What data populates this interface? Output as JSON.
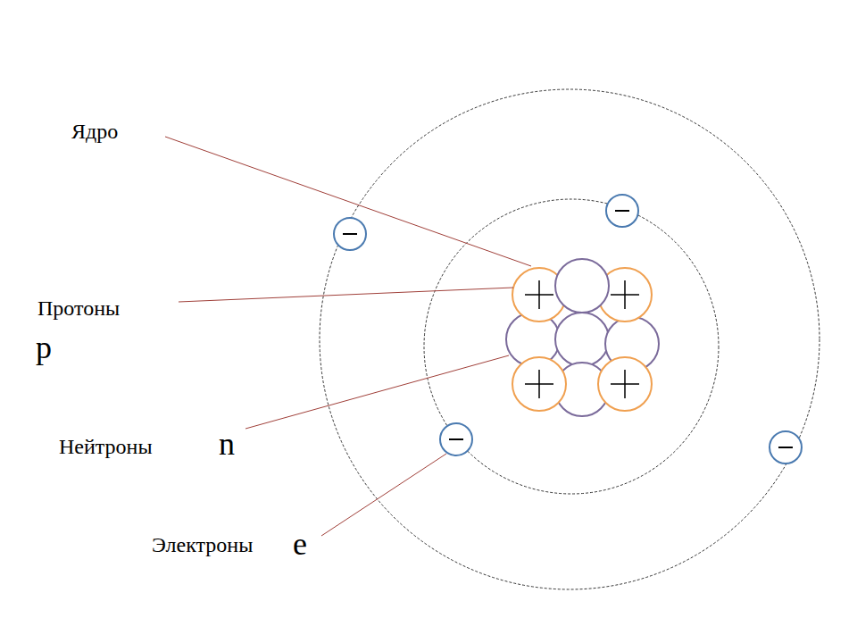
{
  "diagram": {
    "labels": [
      "Ядро",
      "Протоны",
      "p",
      "Нейтроны",
      "n",
      "Электроны",
      "e"
    ]
  }
}
